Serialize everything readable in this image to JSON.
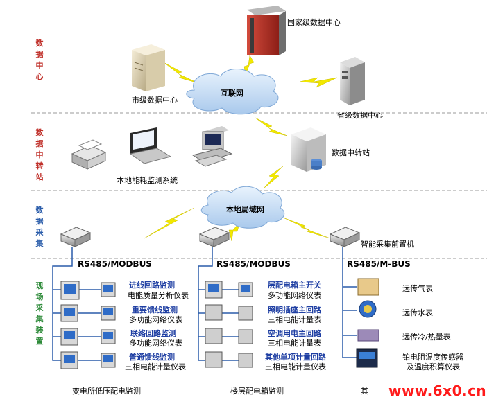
{
  "sections": {
    "data_center": "数据中心",
    "data_transfer": "数据中转站",
    "data_collection": "数据采集",
    "field_devices": "现场采集装置"
  },
  "colors": {
    "section_red": "#c0312b",
    "section_blue": "#2a5caa",
    "section_green": "#2e8b3a",
    "dashed_line": "#9a9a9a",
    "lightning": "#f2e800",
    "cloud": "#cfe3f7",
    "watermark": "#ff1a1a"
  },
  "nodes": {
    "national_dc": "国家级数据中心",
    "city_dc": "市级数据中心",
    "internet": "互联网",
    "provincial_dc": "省级数据中心",
    "transfer_station": "数据中转站",
    "local_system": "本地能耗监测系统",
    "lan": "本地局域网",
    "smart_front": "智能采集前置机"
  },
  "buses": {
    "left": "RS485/MODBUS",
    "middle": "RS485/MODBUS",
    "right": "RS485/M-BUS"
  },
  "substation": {
    "items": [
      {
        "title": "进线回路监测",
        "subtitle": "电能质量分析仪表"
      },
      {
        "title": "重要馈线监测",
        "subtitle": "多功能网络仪表"
      },
      {
        "title": "联络回路监测",
        "subtitle": "多功能网络仪表"
      },
      {
        "title": "普通馈线监测",
        "subtitle": "三相电能计量仪表"
      }
    ],
    "caption": "变电所低压配电监测"
  },
  "floor": {
    "items": [
      {
        "title": "层配电箱主开关",
        "subtitle": "多功能网络仪表"
      },
      {
        "title": "照明插座主回路",
        "subtitle": "三相电能计量表"
      },
      {
        "title": "空调用电主回路",
        "subtitle": "三相电能计量表"
      },
      {
        "title": "其他单项计量回路",
        "subtitle": "三相电能计量仪表"
      }
    ],
    "caption": "楼层配电箱监测"
  },
  "meters": {
    "items": [
      {
        "label": "远传气表"
      },
      {
        "label": "远传水表"
      },
      {
        "label": "远传冷/热量表"
      },
      {
        "label": "铂电阻温度传感器"
      },
      {
        "label": "及温度积算仪表"
      }
    ],
    "caption": "其"
  },
  "watermark": "www.6x0.cn",
  "icons": [
    "server-rack-icon",
    "tower-server-icon",
    "cloud-icon",
    "printer-icon",
    "laptop-icon",
    "desktop-icon",
    "switch-icon",
    "meter-icon"
  ]
}
